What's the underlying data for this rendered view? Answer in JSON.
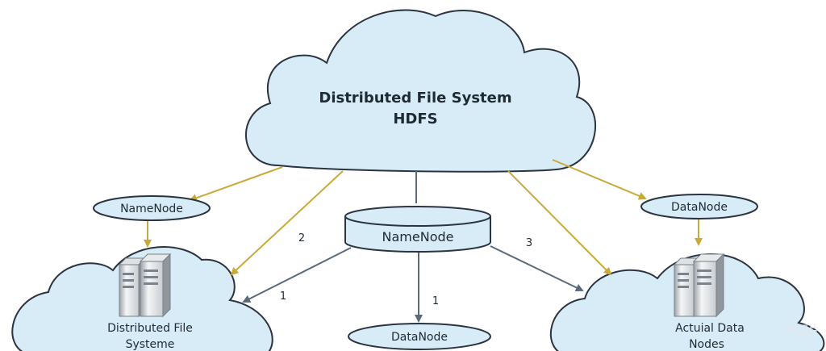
{
  "main_cloud": {
    "line1": "Distributed File System",
    "line2": "HDFS"
  },
  "center_node": {
    "label": "NameNode"
  },
  "left_node": {
    "label": "NameNode"
  },
  "right_node": {
    "label": "DataNode"
  },
  "bottom_node": {
    "label": "DataNode"
  },
  "left_cloud": {
    "line1": "Distributed File",
    "line2": "Systeme"
  },
  "right_cloud": {
    "line1": "Actuial Data",
    "line2": "Nodes"
  },
  "edge_labels": {
    "left_upper": "2",
    "left_lower": "1",
    "bottom": "1",
    "right_upper": "3"
  },
  "watermark": "AI图片",
  "colors": {
    "cloud_fill": "#d7ecf6",
    "cloud_stroke": "#2b3440",
    "yellow_arrow": "#c8aa3a",
    "gray_arrow": "#5a6a7a",
    "node_fill": "#d7ecf6"
  }
}
